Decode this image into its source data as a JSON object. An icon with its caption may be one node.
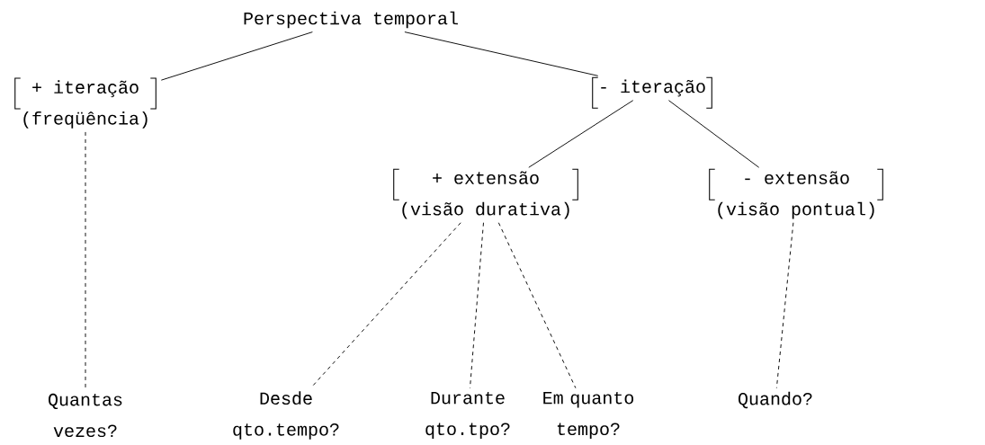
{
  "diagram": {
    "nodes": [
      {
        "text": [
          "Perspectiva temporal"
        ]
      },
      {
        "text": [
          "+ iteração",
          "(freqüência)"
        ]
      },
      {
        "text": [
          "- iteração"
        ]
      },
      {
        "text": [
          "+ extensão",
          "(visão durativa)"
        ]
      },
      {
        "text": [
          "- extensão",
          "(visão pontual)"
        ]
      },
      {
        "text": [
          "Quantas vezes?"
        ]
      },
      {
        "text": [
          "Desde qto.tempo?"
        ]
      },
      {
        "text": [
          "Durante qto.tpo?"
        ]
      },
      {
        "text": [
          "Em quanto tempo?"
        ]
      },
      {
        "text": [
          "Quando?"
        ]
      }
    ],
    "edges": [
      {
        "from": 0,
        "to": 1,
        "arrow": "none"
      },
      {
        "from": 0,
        "to": 2,
        "arrow": "none"
      },
      {
        "from": 2,
        "to": 3,
        "arrow": "none"
      },
      {
        "from": 2,
        "to": 4,
        "arrow": "none"
      },
      {
        "from": 1,
        "to": 5,
        "arrow": "none",
        "style": "dashed"
      },
      {
        "from": 3,
        "to": 6,
        "arrow": "none",
        "style": "dashed"
      },
      {
        "from": 3,
        "to": 7,
        "arrow": "none",
        "style": "dashed"
      },
      {
        "from": 3,
        "to": 8,
        "arrow": "none",
        "style": "dashed"
      },
      {
        "from": 4,
        "to": 9,
        "arrow": "none",
        "style": "dashed"
      }
    ]
  }
}
